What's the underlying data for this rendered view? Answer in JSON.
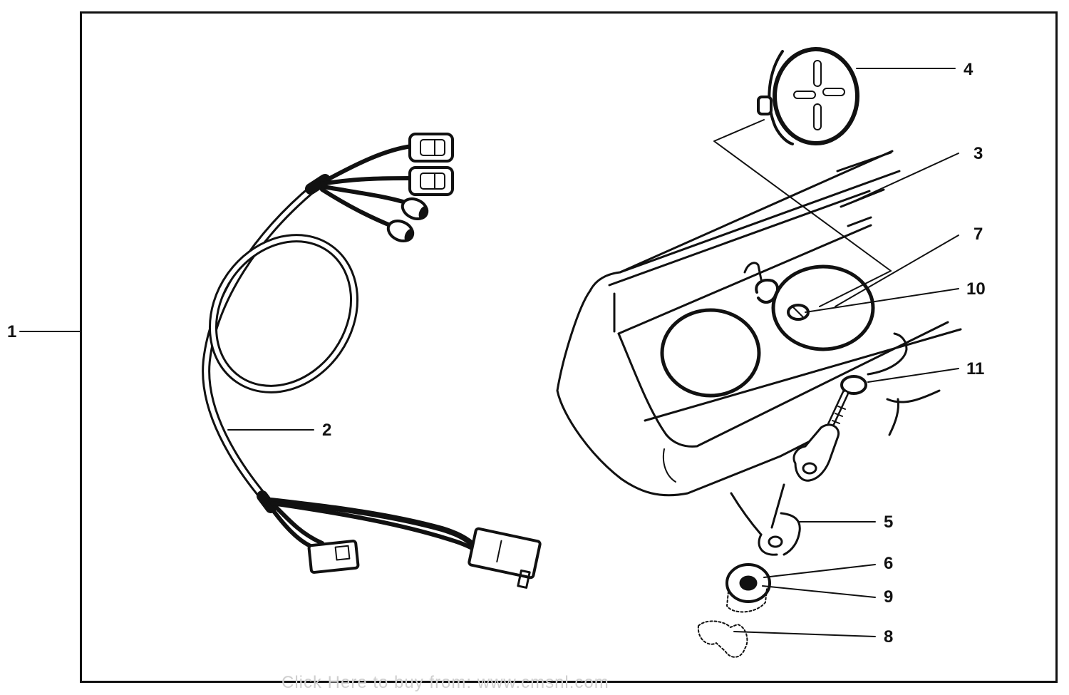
{
  "callouts": {
    "c1": "1",
    "c2": "2",
    "c3": "3",
    "c4": "4",
    "c5": "5",
    "c6": "6",
    "c7": "7",
    "c8": "8",
    "c9": "9",
    "c10": "10",
    "c11": "11"
  },
  "watermark": "Click Here to buy from: www.cmsnl.com",
  "colors": {
    "ink": "#111111",
    "paper": "#ffffff"
  }
}
